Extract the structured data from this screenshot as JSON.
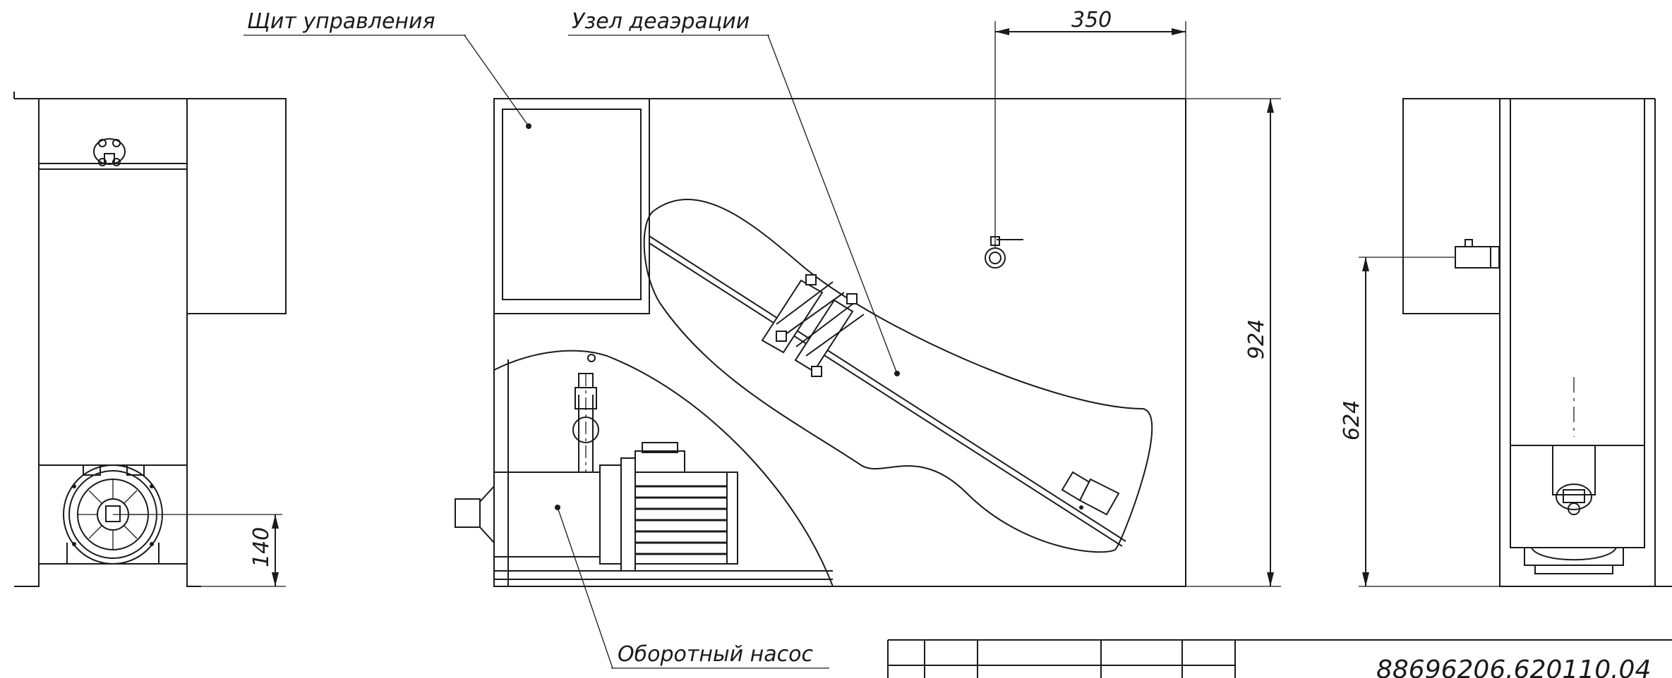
{
  "callouts": {
    "control_panel": "Щит управления",
    "deaeration_unit": "Узел деаэрации",
    "circulation_pump": "Оборотный насос"
  },
  "dimensions": {
    "width_offset": "350",
    "height_total": "924",
    "height_valve": "624",
    "height_pump_axis": "140"
  },
  "title_block": {
    "designation": "88696206.620110.04"
  }
}
